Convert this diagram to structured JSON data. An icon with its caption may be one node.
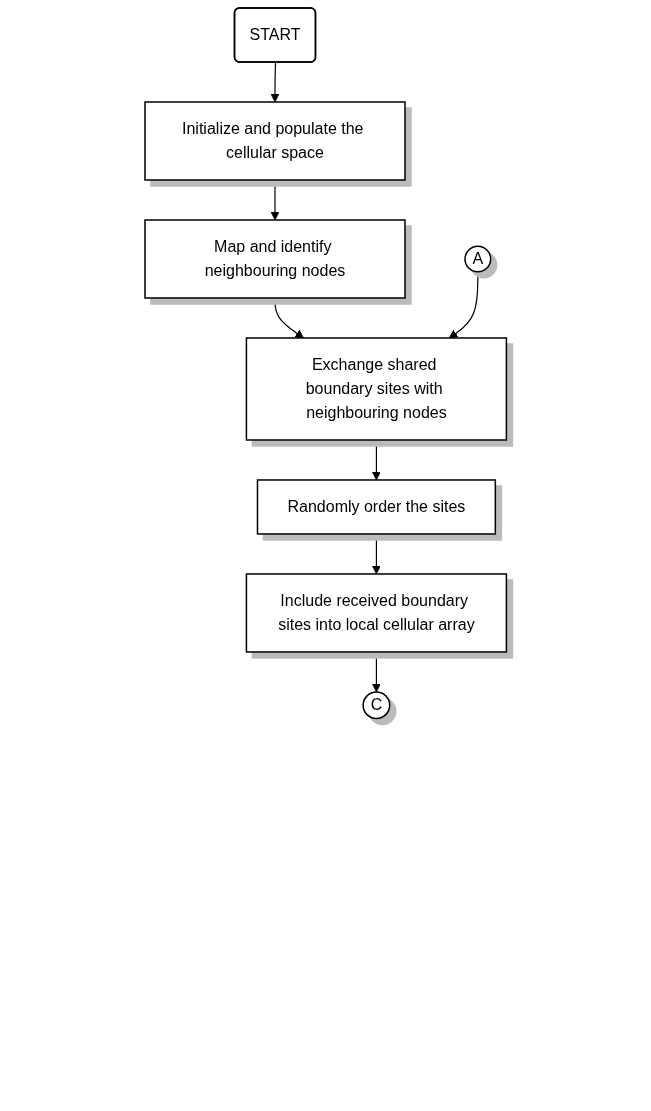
{
  "diagram": {
    "nodes": [
      {
        "text": [
          "START"
        ]
      },
      {
        "text": [
          "Initialize and populate the cellular space"
        ]
      },
      {
        "text": [
          "Map and identify neighbouring nodes"
        ]
      },
      {
        "text": [
          "A"
        ]
      },
      {
        "text": [
          "Exchange shared boundary sites with neighbouring nodes"
        ]
      },
      {
        "text": [
          "Randomly order the sites"
        ]
      },
      {
        "text": [
          "Include received boundary sites into local cellular array"
        ]
      },
      {
        "text": [
          "C"
        ]
      }
    ],
    "edges": [
      {
        "from": 0,
        "to": 1,
        "arrow": "to"
      },
      {
        "from": 1,
        "to": 2,
        "arrow": "to"
      },
      {
        "from": 2,
        "to": 4,
        "arrow": "to"
      },
      {
        "from": 3,
        "to": 4,
        "arrow": "to"
      },
      {
        "from": 4,
        "to": 5,
        "arrow": "to"
      },
      {
        "from": 5,
        "to": 6,
        "arrow": "to"
      },
      {
        "from": 6,
        "to": 7,
        "arrow": "to"
      }
    ]
  }
}
